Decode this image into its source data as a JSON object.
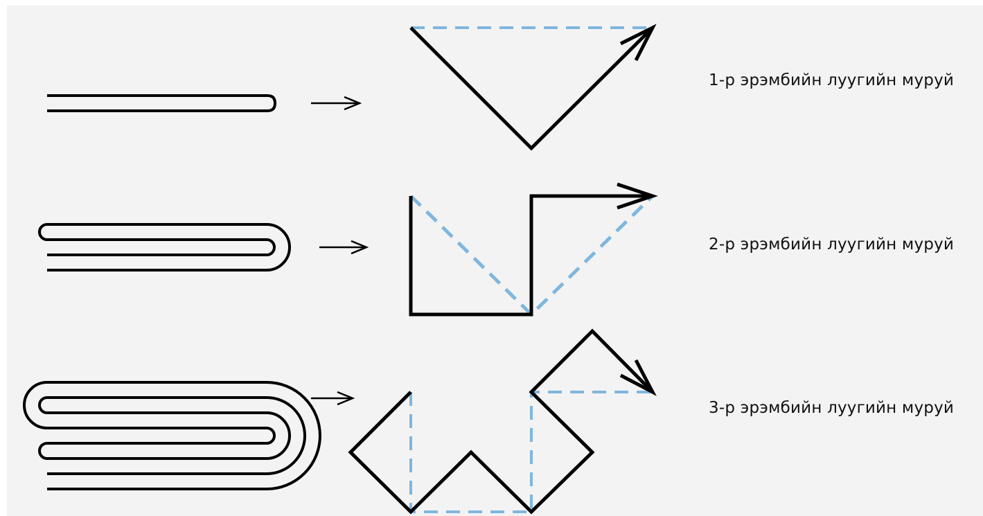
{
  "colors": {
    "background": "#f3f3f3",
    "stroke": "#000000",
    "dashed_guide": "#7fb6de"
  },
  "rows": [
    {
      "order": 1,
      "caption": "1-р эрэмбийн луугийн муруй"
    },
    {
      "order": 2,
      "caption": "2-р эрэмбийн луугийн муруй"
    },
    {
      "order": 3,
      "caption": "3-р эрэмбийн луугийн муруй"
    }
  ]
}
